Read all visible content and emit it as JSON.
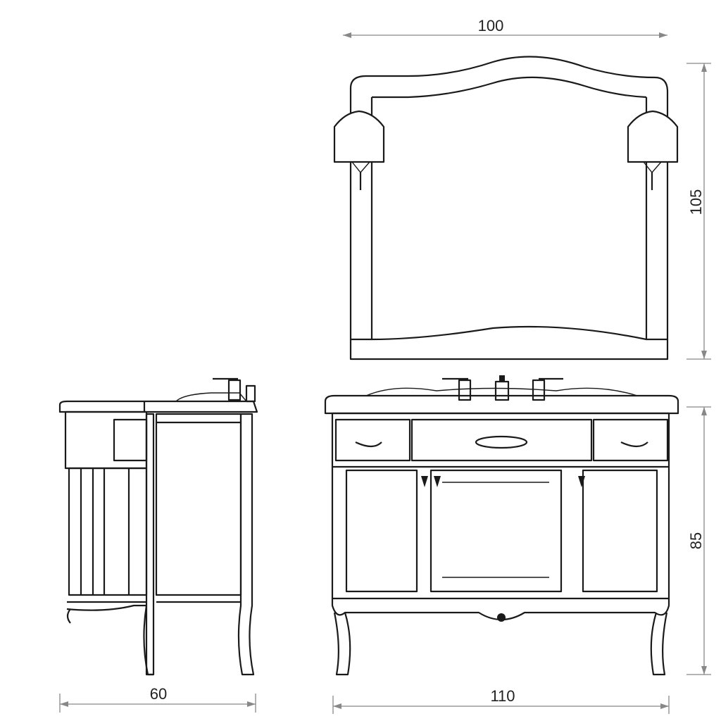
{
  "dimensions": {
    "mirror_width": "100",
    "mirror_height": "105",
    "vanity_height": "85",
    "vanity_depth": "60",
    "vanity_width": "110"
  },
  "colors": {
    "line": "#1a1a1a",
    "dimension": "#888888"
  }
}
